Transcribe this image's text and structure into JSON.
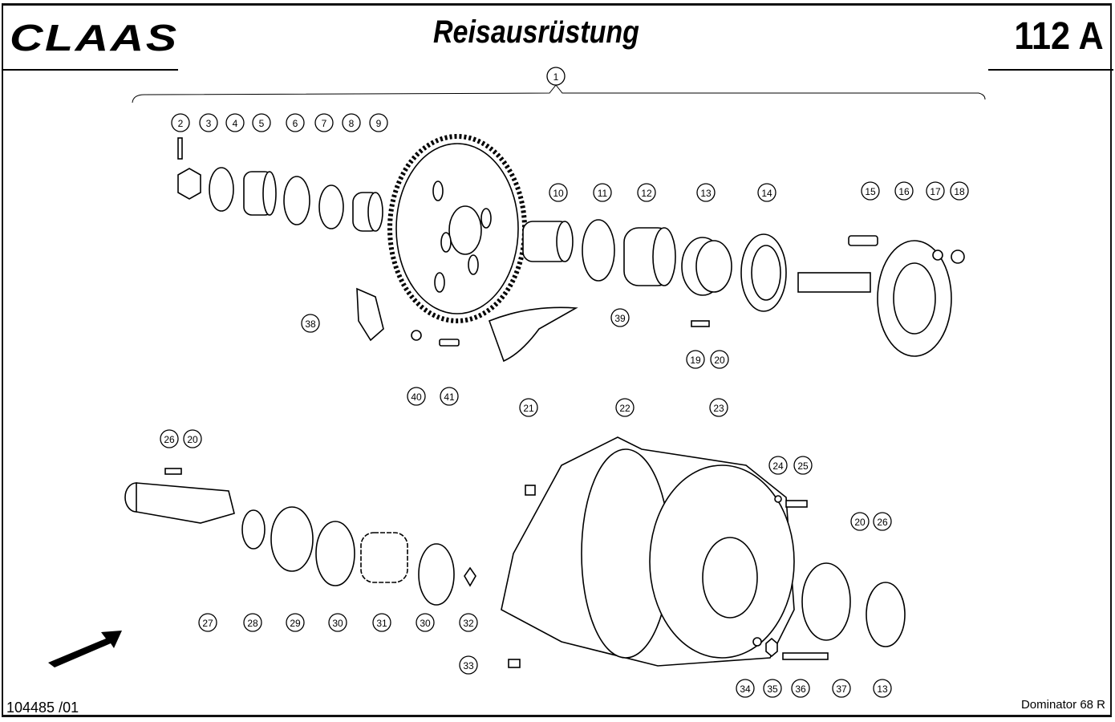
{
  "header": {
    "brand": "CLAAS",
    "title": "Reisausrüstung",
    "page": "112 A"
  },
  "footer": {
    "doc_number": "104485 /01",
    "model": "Dominator 68 R"
  },
  "callouts": [
    "1",
    "2",
    "3",
    "4",
    "5",
    "6",
    "7",
    "8",
    "9",
    "10",
    "11",
    "12",
    "13",
    "14",
    "15",
    "16",
    "17",
    "18",
    "38",
    "39",
    "19",
    "20",
    "40",
    "41",
    "21",
    "22",
    "23",
    "26",
    "20",
    "24",
    "25",
    "20",
    "26",
    "27",
    "28",
    "29",
    "30",
    "31",
    "30",
    "32",
    "33",
    "34",
    "35",
    "36",
    "37",
    "13"
  ]
}
